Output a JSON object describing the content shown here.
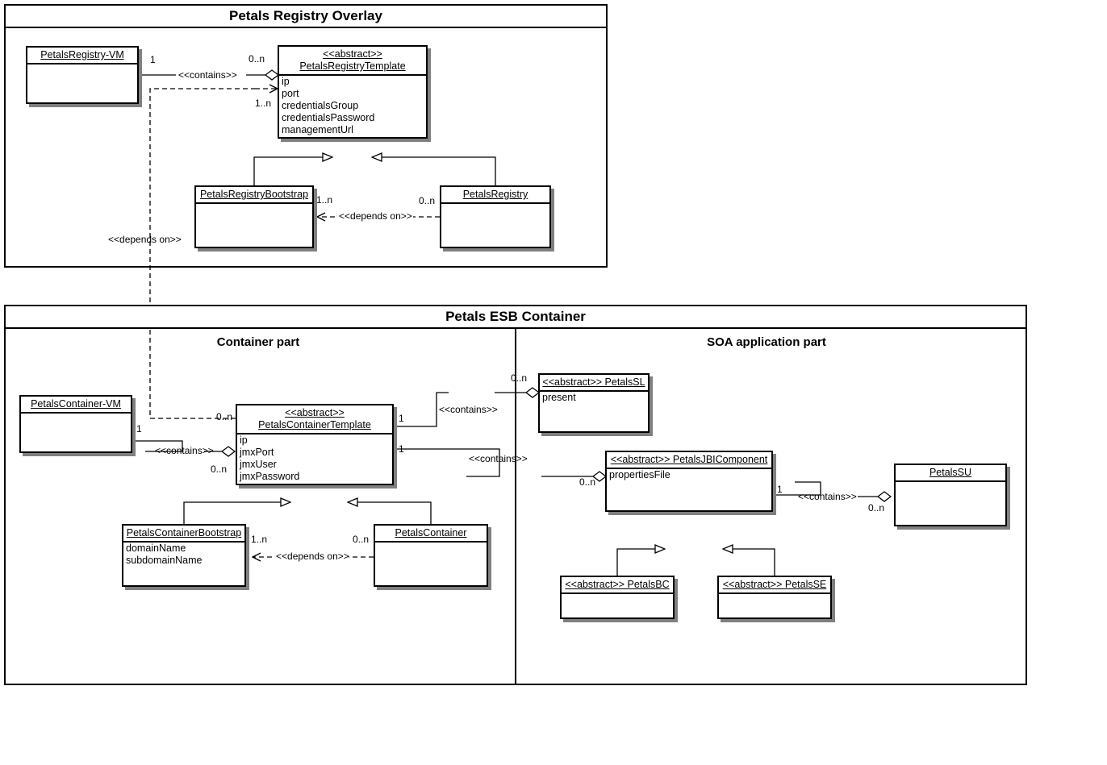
{
  "diagram": {
    "type": "uml-class-diagram",
    "packages": [
      {
        "id": "registry-overlay",
        "title": "Petals Registry Overlay"
      },
      {
        "id": "esb-container",
        "title": "Petals ESB Container",
        "partitions": [
          {
            "id": "container-part",
            "title": "Container part"
          },
          {
            "id": "soa-part",
            "title": "SOA application part"
          }
        ]
      }
    ]
  },
  "classes": {
    "petals_registry_vm": {
      "stereotype": "",
      "name": "PetalsRegistry-VM",
      "attributes": []
    },
    "petals_registry_template": {
      "stereotype": "<<abstract>>",
      "name": "PetalsRegistryTemplate",
      "attributes": [
        "ip",
        "port",
        "credentialsGroup",
        "credentialsPassword",
        "managementUrl"
      ]
    },
    "petals_registry_bootstrap": {
      "stereotype": "",
      "name": "PetalsRegistryBootstrap",
      "attributes": []
    },
    "petals_registry": {
      "stereotype": "",
      "name": "PetalsRegistry",
      "attributes": []
    },
    "petals_container_vm": {
      "stereotype": "",
      "name": "PetalsContainer-VM",
      "attributes": []
    },
    "petals_container_template": {
      "stereotype": "<<abstract>>",
      "name": "PetalsContainerTemplate",
      "attributes": [
        "ip",
        "jmxPort",
        "jmxUser",
        "jmxPassword"
      ]
    },
    "petals_container_bootstrap": {
      "stereotype": "",
      "name": "PetalsContainerBootstrap",
      "attributes": [
        "domainName",
        "subdomainName"
      ]
    },
    "petals_container": {
      "stereotype": "",
      "name": "PetalsContainer",
      "attributes": []
    },
    "petals_sl": {
      "stereotype": "<<abstract>>",
      "name": "PetalsSL",
      "inline_stereotype": "<<abstract>> PetalsSL",
      "attributes": [
        "present"
      ]
    },
    "petals_jbi_component": {
      "stereotype": "<<abstract>>",
      "name": "PetalsJBIComponent",
      "inline_stereotype": "<<abstract>> PetalsJBIComponent",
      "attributes": [
        "propertiesFile"
      ]
    },
    "petals_su": {
      "stereotype": "",
      "name": "PetalsSU",
      "attributes": []
    },
    "petals_bc": {
      "stereotype": "<<abstract>>",
      "name": "PetalsBC",
      "inline_stereotype": "<<abstract>> PetalsBC",
      "attributes": []
    },
    "petals_se": {
      "stereotype": "<<abstract>>",
      "name": "PetalsSE",
      "inline_stereotype": "<<abstract>> PetalsSE",
      "attributes": []
    }
  },
  "relations": {
    "contains_label": "<<contains>>",
    "depends_label": "<<depends on>>",
    "registry_vm_contains_template": {
      "label": "<<contains>>",
      "source_mult": "1",
      "target_mult": "0..n"
    },
    "registry_bootstrap_depends_registry": {
      "label": "<<depends on>>",
      "source_mult": "1..n",
      "target_mult": "0..n"
    },
    "container_template_depends_registry_template": {
      "label": "<<depends on>>",
      "target_mult": "1..n"
    },
    "container_vm_contains_template": {
      "label": "<<contains>>",
      "source_mult": "1",
      "target_mult": "0..n"
    },
    "container_template_contains_sl": {
      "label": "<<contains>>",
      "source_mult": "1",
      "target_mult": "0..n"
    },
    "container_template_contains_jbi": {
      "label": "<<contains>>",
      "source_mult": "1",
      "target_mult": "0..n"
    },
    "jbi_contains_su": {
      "label": "<<contains>>",
      "source_mult": "1",
      "target_mult": "0..n"
    },
    "container_bootstrap_depends_container": {
      "label": "<<depends on>>",
      "source_mult": "1..n",
      "target_mult": "0..n"
    },
    "container_template_top_mult": "0..n"
  },
  "multiplicities": {
    "one": "1",
    "zero_n": "0..n",
    "one_n": "1..n"
  },
  "colors": {
    "line": "#000000",
    "fill": "#ffffff",
    "shadow": "#808080"
  }
}
